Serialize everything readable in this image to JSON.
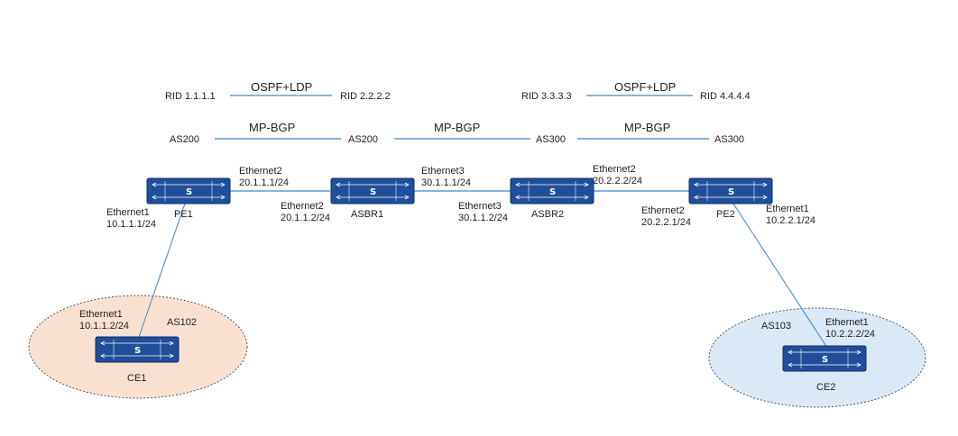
{
  "colors": {
    "switch_fill": "#1f4e9a",
    "switch_border": "#0e2f66",
    "link_line": "#3f86c9",
    "as102_fill": "#f8e1d1",
    "as103_fill": "#dbe8f5"
  },
  "icons": {
    "switch": "network-switch-icon"
  },
  "top_rows": {
    "rid_1": "RID 1.1.1.1",
    "ospf_ldp_left": "OSPF+LDP",
    "rid_2": "RID 2.2.2.2",
    "rid_3": "RID 3.3.3.3",
    "ospf_ldp_right": "OSPF+LDP",
    "rid_4": "RID 4.4.4.4",
    "as_pe1": "AS200",
    "mpbgp_1": "MP-BGP",
    "as_asbr1": "AS200",
    "mpbgp_2": "MP-BGP",
    "as_asbr2": "AS300",
    "mpbgp_3": "MP-BGP",
    "as_pe2": "AS300"
  },
  "devices": {
    "pe1": {
      "symbol": "S",
      "name": "PE1"
    },
    "asbr1": {
      "symbol": "S",
      "name": "ASBR1"
    },
    "asbr2": {
      "symbol": "S",
      "name": "ASBR2"
    },
    "pe2": {
      "symbol": "S",
      "name": "PE2"
    },
    "ce1": {
      "symbol": "S",
      "name": "CE1"
    },
    "ce2": {
      "symbol": "S",
      "name": "CE2"
    }
  },
  "interfaces": {
    "pe1_e2_name": "Ethernet2",
    "pe1_e2_ip": "20.1.1.1/24",
    "pe1_e1_name": "Ethernet1",
    "pe1_e1_ip": "10.1.1.1/24",
    "asbr1_e2_name": "Ethernet2",
    "asbr1_e2_ip": "20.1.1.2/24",
    "asbr1_e3_name": "Ethernet3",
    "asbr1_e3_ip": "30.1.1.1/24",
    "asbr2_e3_name": "Ethernet3",
    "asbr2_e3_ip": "30.1.1.2/24",
    "asbr2_e2_name": "Ethernet2",
    "asbr2_e2_ip": "20.2.2.2/24",
    "pe2_e2_name": "Ethernet2",
    "pe2_e2_ip": "20.2.2.1/24",
    "pe2_e1_name": "Ethernet1",
    "pe2_e1_ip": "10.2.2.1/24",
    "ce1_e1_name": "Ethernet1",
    "ce1_e1_ip": "10.1.1.2/24",
    "ce2_e1_name": "Ethernet1",
    "ce2_e1_ip": "10.2.2.2/24"
  },
  "sites": {
    "as102": "AS102",
    "as103": "AS103"
  }
}
